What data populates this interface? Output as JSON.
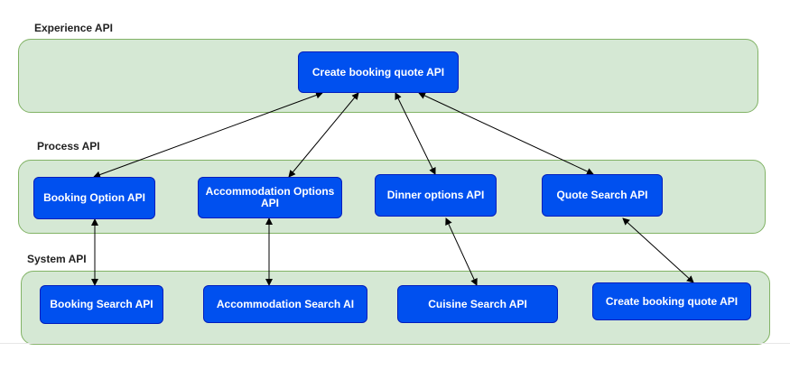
{
  "colors": {
    "band_fill": "#d5e8d4",
    "band_border": "#82b366",
    "box_fill": "#0050ef",
    "box_border": "#001dbc",
    "box_text": "#ffffff",
    "arrow": "#000000"
  },
  "layers": {
    "experience": {
      "label": "Experience API",
      "boxes": {
        "create_booking_quote": "Create booking quote API"
      }
    },
    "process": {
      "label": "Process API",
      "boxes": {
        "booking_option": "Booking Option API",
        "accommodation_options": "Accommodation Options API",
        "dinner_options": "Dinner options API",
        "quote_search": "Quote Search API"
      }
    },
    "system": {
      "label": "System API",
      "boxes": {
        "booking_search": "Booking Search API",
        "accommodation_search": "Accommodation Search AI",
        "cuisine_search": "Cuisine Search API",
        "create_booking_quote": "Create booking quote API"
      }
    }
  },
  "connections": [
    {
      "from": "Create booking quote API",
      "to": "Booking Option API",
      "direction": "both"
    },
    {
      "from": "Create booking quote API",
      "to": "Accommodation Options API",
      "direction": "both"
    },
    {
      "from": "Create booking quote API",
      "to": "Dinner options API",
      "direction": "both"
    },
    {
      "from": "Create booking quote API",
      "to": "Quote Search API",
      "direction": "both"
    },
    {
      "from": "Booking Option API",
      "to": "Booking Search API",
      "direction": "both"
    },
    {
      "from": "Accommodation Options API",
      "to": "Accommodation Search AI",
      "direction": "both"
    },
    {
      "from": "Dinner options API",
      "to": "Cuisine Search API",
      "direction": "both"
    },
    {
      "from": "Quote Search API",
      "to": "Create booking quote API",
      "direction": "both"
    }
  ]
}
